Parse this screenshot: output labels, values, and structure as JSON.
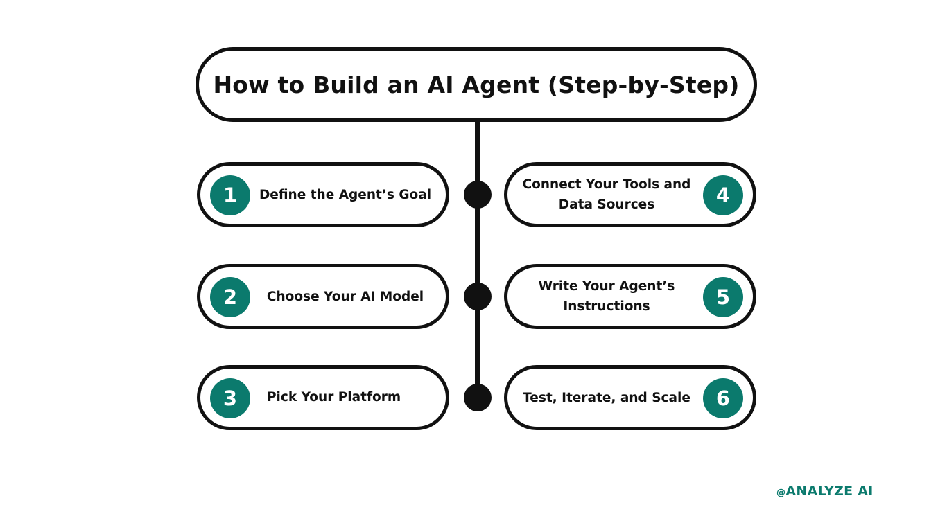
{
  "title": "How to Build an AI Agent (Step-by-Step)",
  "colors": {
    "accent": "#0b7a6d",
    "line": "#111111"
  },
  "steps": [
    {
      "number": "1",
      "label": "Define the Agent’s Goal"
    },
    {
      "number": "2",
      "label": "Choose Your AI Model"
    },
    {
      "number": "3",
      "label": "Pick Your Platform"
    },
    {
      "number": "4",
      "label": "Connect Your Tools and\nData Sources"
    },
    {
      "number": "5",
      "label": "Write Your Agent’s\nInstructions"
    },
    {
      "number": "6",
      "label": "Test, Iterate, and Scale"
    }
  ],
  "brand": {
    "at": "@",
    "name": "ANALYZE AI"
  }
}
